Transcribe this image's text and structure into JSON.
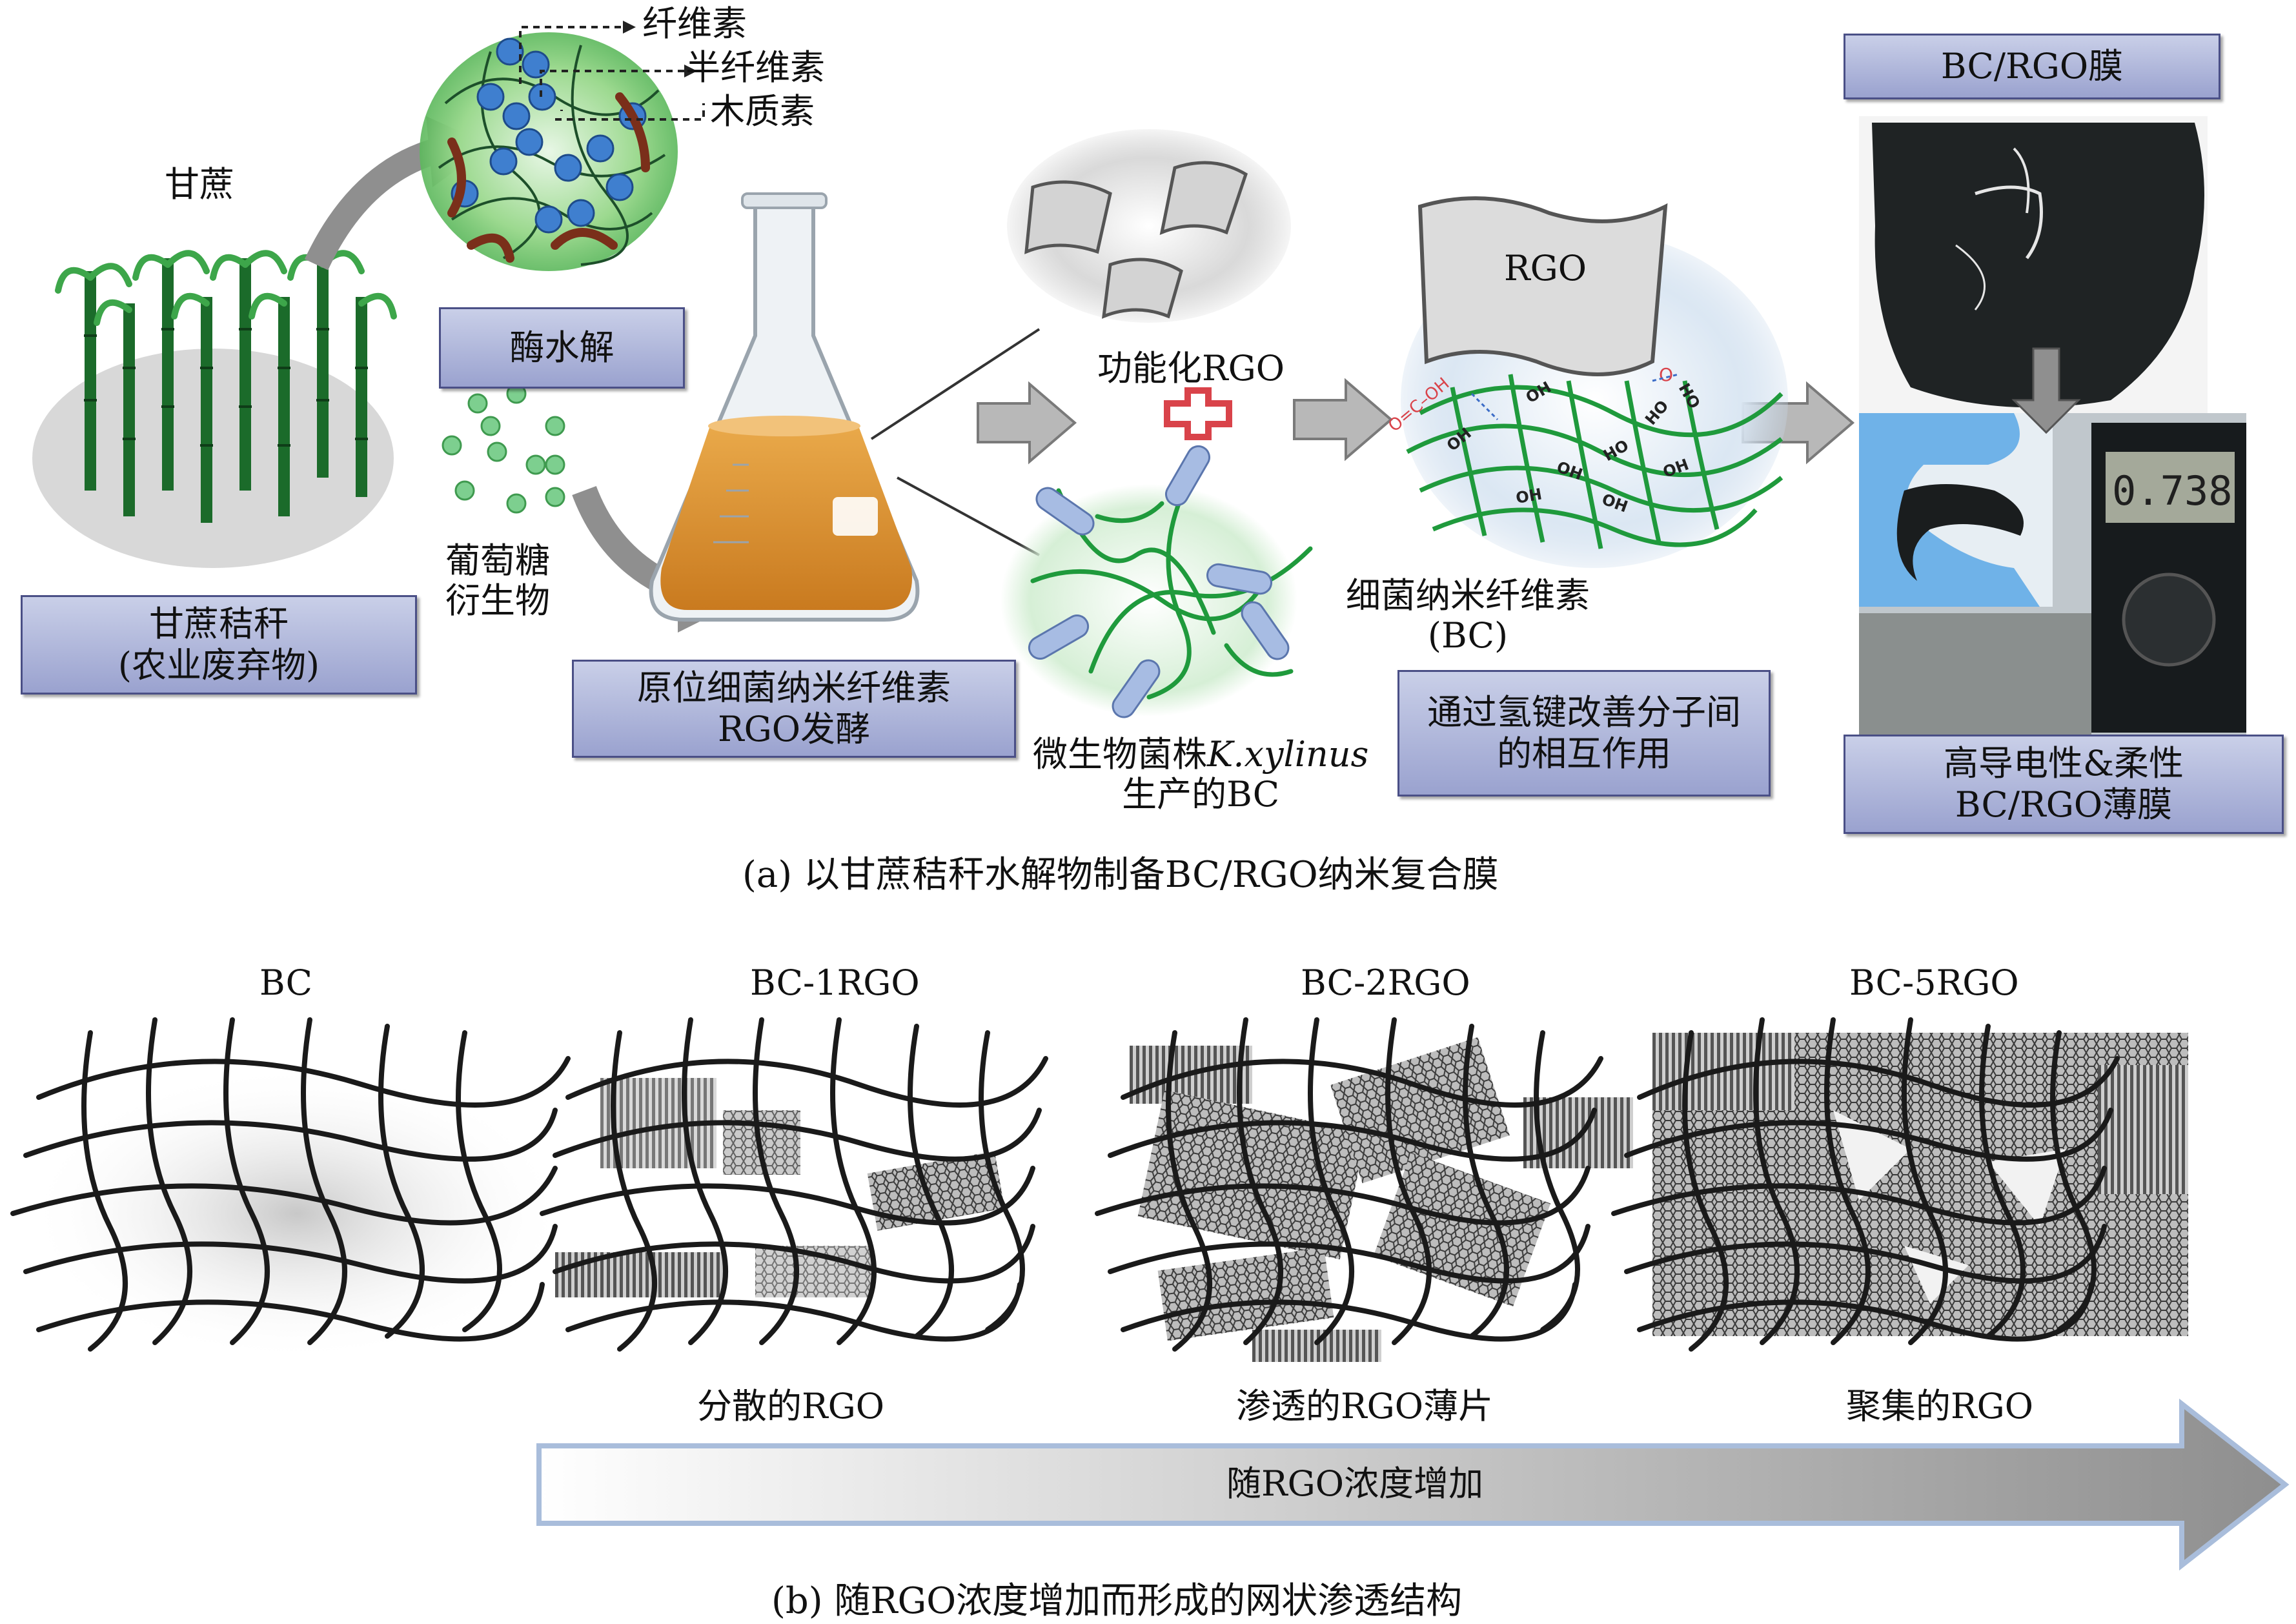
{
  "panel_a": {
    "sugarcane_label": "甘蔗",
    "component_labels": [
      "纤维素",
      "半纤维素",
      "木质素"
    ],
    "enzyme_box": "酶水解",
    "glucose_label": [
      "葡萄糖",
      "衍生物"
    ],
    "bagasse_box": [
      "甘蔗秸秆",
      "(农业废弃物)"
    ],
    "fermentation_box": [
      "原位细菌纳米纤维素",
      "RGO发酵"
    ],
    "functional_rgo": "功能化RGO",
    "plus_sign": "+",
    "strain_label_prefix": "微生物菌株",
    "strain_label_italic": "K.xylinus",
    "strain_label_line2": "生产的BC",
    "rgo_sheet_label": "RGO",
    "bc_label": [
      "细菌纳米纤维素",
      "(BC)"
    ],
    "hbond_box": [
      "通过氢键改善分子间",
      "的相互作用"
    ],
    "film_box": "BC/RGO膜",
    "product_box": [
      "高导电性&柔性",
      "BC/RGO薄膜"
    ],
    "meter_display": "0.738",
    "caption": "(a) 以甘蔗秸秆水解物制备BC/RGO纳米复合膜"
  },
  "panel_b": {
    "titles": [
      "BC",
      "BC-1RGO",
      "BC-2RGO",
      "BC-5RGO"
    ],
    "states": [
      "分散的RGO",
      "渗透的RGO薄片",
      "聚集的RGO"
    ],
    "arrow_label": "随RGO浓度增加",
    "caption": "(b) 随RGO浓度增加而形成的网状渗透结构"
  },
  "colors": {
    "box_fill_top": "#c9cfe8",
    "box_fill_bottom": "#9aa2cf",
    "box_border": "#4a4f86",
    "fiber_green": "#1f9a3c",
    "plus_red": "#d9434a",
    "arrow_gray": "#9a9a9a"
  }
}
